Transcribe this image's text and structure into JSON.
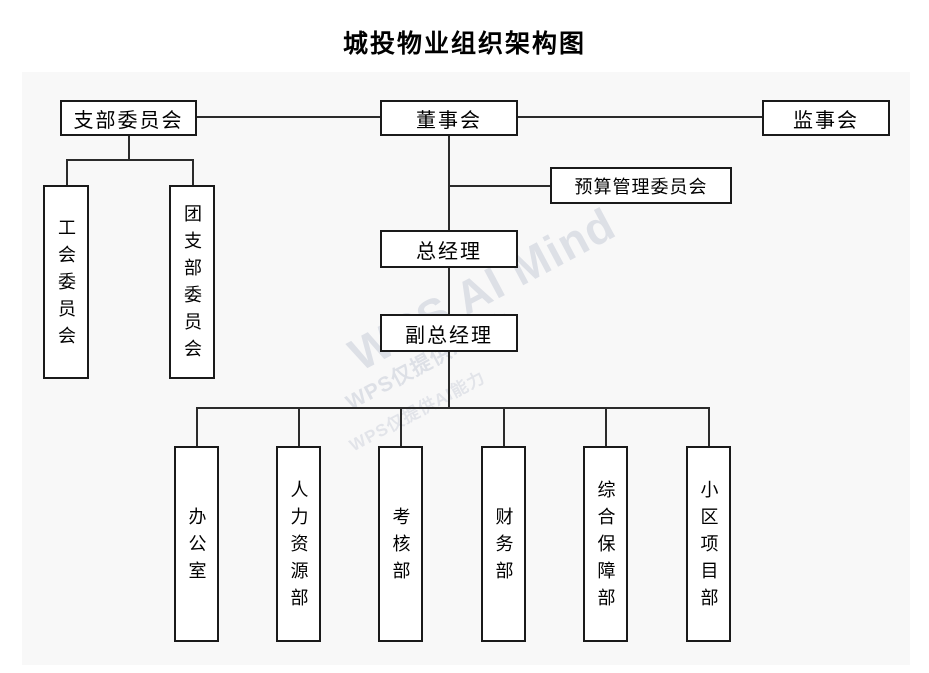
{
  "title": "城投物业组织架构图",
  "watermark": {
    "main": "WPS AI Mind",
    "sub": "WPS仅提供AI能力",
    "sub2": "WPS仅提供AI能力"
  },
  "chart_data": {
    "type": "diagram",
    "diagram_type": "organization-chart",
    "title": "城投物业组织架构图",
    "nodes": [
      {
        "id": "party-branch-committee",
        "label": "支部委员会",
        "level": 1,
        "orientation": "horizontal"
      },
      {
        "id": "board-of-directors",
        "label": "董事会",
        "level": 1,
        "orientation": "horizontal"
      },
      {
        "id": "board-of-supervisors",
        "label": "监事会",
        "level": 1,
        "orientation": "horizontal"
      },
      {
        "id": "labor-union-committee",
        "label": "工会委员会",
        "level": 2,
        "orientation": "vertical"
      },
      {
        "id": "youth-league-branch-committee",
        "label": "团支部委员会",
        "level": 2,
        "orientation": "vertical"
      },
      {
        "id": "budget-management-committee",
        "label": "预算管理委员会",
        "level": 2,
        "orientation": "horizontal"
      },
      {
        "id": "general-manager",
        "label": "总经理",
        "level": 2,
        "orientation": "horizontal"
      },
      {
        "id": "deputy-general-manager",
        "label": "副总经理",
        "level": 3,
        "orientation": "horizontal"
      },
      {
        "id": "office",
        "label": "办公室",
        "level": 4,
        "orientation": "vertical"
      },
      {
        "id": "human-resources-dept",
        "label": "人力资源部",
        "level": 4,
        "orientation": "vertical"
      },
      {
        "id": "assessment-dept",
        "label": "考核部",
        "level": 4,
        "orientation": "vertical"
      },
      {
        "id": "finance-dept",
        "label": "财务部",
        "level": 4,
        "orientation": "vertical"
      },
      {
        "id": "comprehensive-support-dept",
        "label": "综合保障部",
        "level": 4,
        "orientation": "vertical"
      },
      {
        "id": "community-project-dept",
        "label": "小区项目部",
        "level": 4,
        "orientation": "vertical"
      }
    ],
    "edges": [
      {
        "from": "party-branch-committee",
        "to": "board-of-directors",
        "style": "horizontal"
      },
      {
        "from": "board-of-directors",
        "to": "board-of-supervisors",
        "style": "horizontal"
      },
      {
        "from": "party-branch-committee",
        "to": "labor-union-committee",
        "style": "elbow"
      },
      {
        "from": "party-branch-committee",
        "to": "youth-league-branch-committee",
        "style": "elbow"
      },
      {
        "from": "board-of-directors",
        "to": "budget-management-committee",
        "style": "elbow"
      },
      {
        "from": "board-of-directors",
        "to": "general-manager",
        "style": "vertical"
      },
      {
        "from": "general-manager",
        "to": "deputy-general-manager",
        "style": "vertical"
      },
      {
        "from": "deputy-general-manager",
        "to": "office",
        "style": "elbow"
      },
      {
        "from": "deputy-general-manager",
        "to": "human-resources-dept",
        "style": "elbow"
      },
      {
        "from": "deputy-general-manager",
        "to": "assessment-dept",
        "style": "elbow"
      },
      {
        "from": "deputy-general-manager",
        "to": "finance-dept",
        "style": "elbow"
      },
      {
        "from": "deputy-general-manager",
        "to": "comprehensive-support-dept",
        "style": "elbow"
      },
      {
        "from": "deputy-general-manager",
        "to": "community-project-dept",
        "style": "elbow"
      }
    ],
    "colors": {
      "node_border": "#1a1a1a",
      "node_fill": "#ffffff",
      "line": "#2b2b2b",
      "canvas": "#f8f8f8",
      "text": "#000000",
      "watermark": "#d9dce4"
    }
  }
}
